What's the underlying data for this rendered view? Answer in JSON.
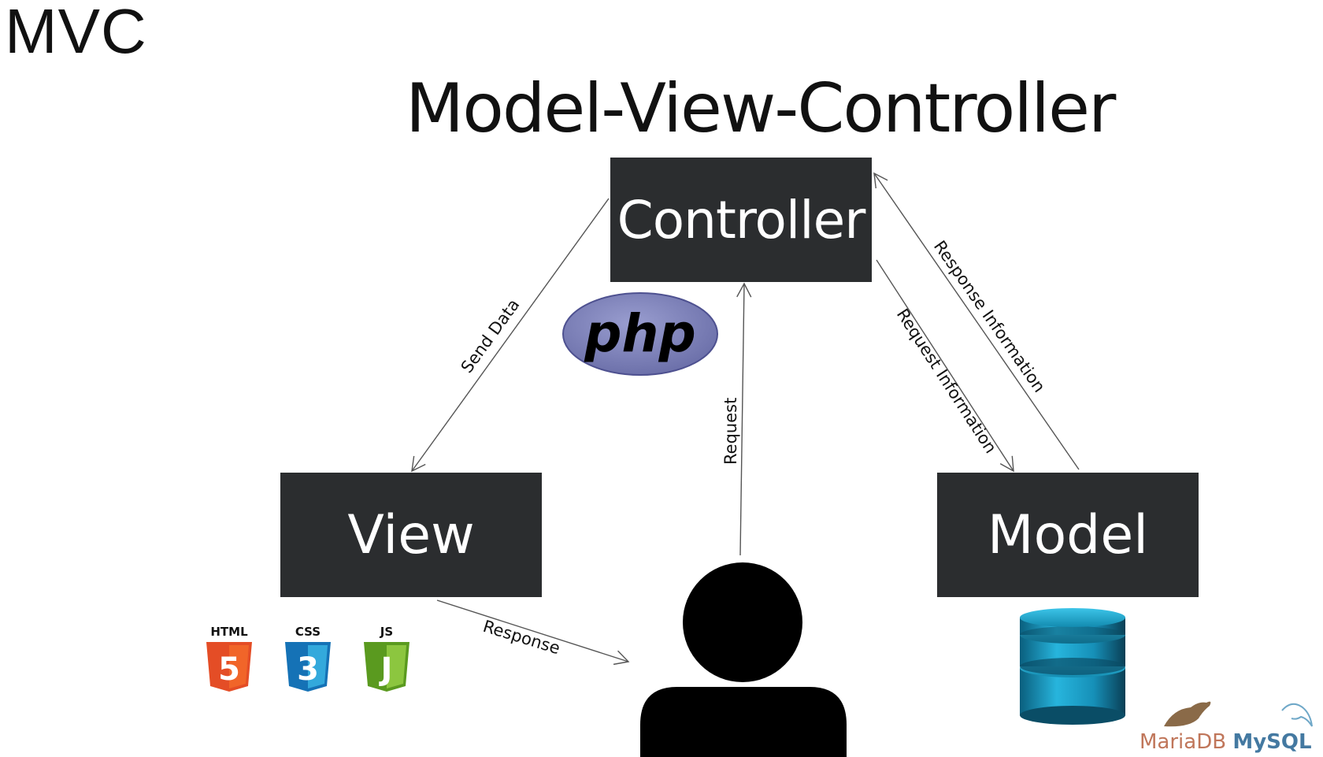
{
  "slide_title": "MVC",
  "diagram_title": "Model-View-Controller",
  "nodes": {
    "controller": "Controller",
    "view": "View",
    "model": "Model"
  },
  "edges": {
    "send_data": "Send Data",
    "request": "Request",
    "request_information": "Request Information",
    "response_information": "Response Information",
    "response": "Response"
  },
  "logos": {
    "php": "php",
    "html": "HTML",
    "html_version": "5",
    "css": "CSS",
    "css_version": "3",
    "js": "JS",
    "js_glyph": "J",
    "mariadb": "MariaDB",
    "mysql": "MySQL"
  },
  "colors": {
    "box": "#2b2d2f",
    "php": "#7b7fb5",
    "html": "#e44d26",
    "css": "#1572b6",
    "js": "#8cc63f",
    "database": "#1ea0c8",
    "mariadb": "#c0765a",
    "mysql": "#4479a1"
  }
}
